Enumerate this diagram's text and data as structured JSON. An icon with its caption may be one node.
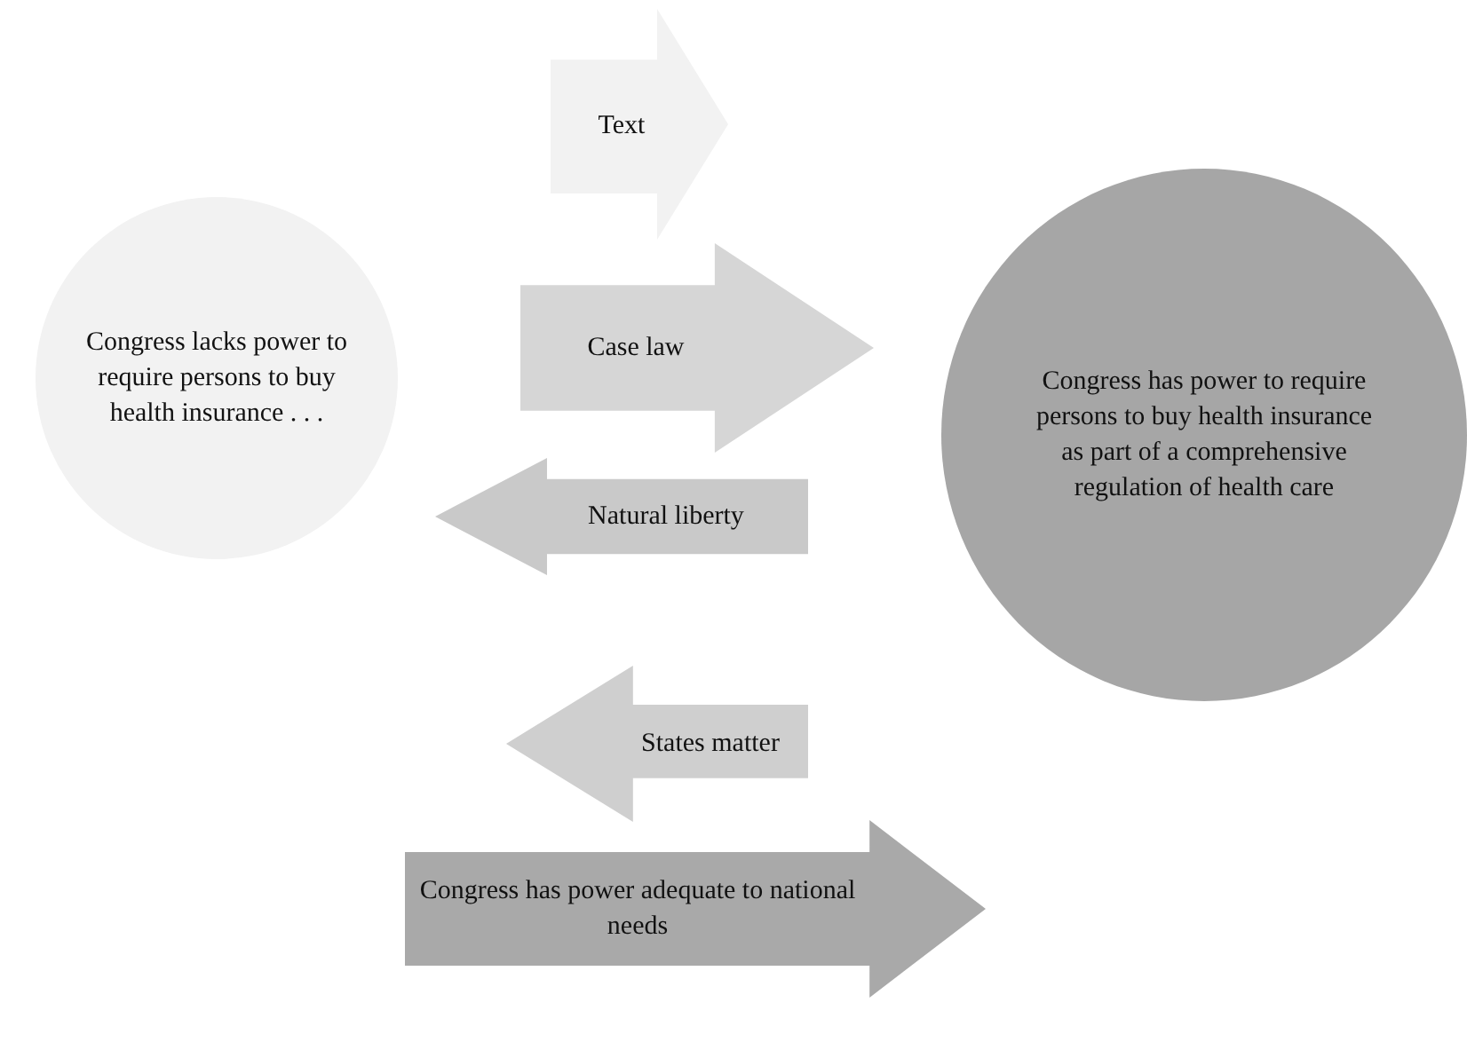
{
  "diagram": {
    "nodes": [
      {
        "text": [
          "Congress lacks power to require persons to buy health insurance . . ."
        ]
      },
      {
        "text": [
          "Text"
        ]
      },
      {
        "text": [
          "Case law"
        ]
      },
      {
        "text": [
          "Congress has power to require persons to buy health insurance as part of a comprehensive regulation of health care"
        ]
      },
      {
        "text": [
          "Natural liberty"
        ]
      },
      {
        "text": [
          "States matter"
        ]
      },
      {
        "text": [
          "Congress has power adequate to national needs"
        ]
      }
    ]
  }
}
